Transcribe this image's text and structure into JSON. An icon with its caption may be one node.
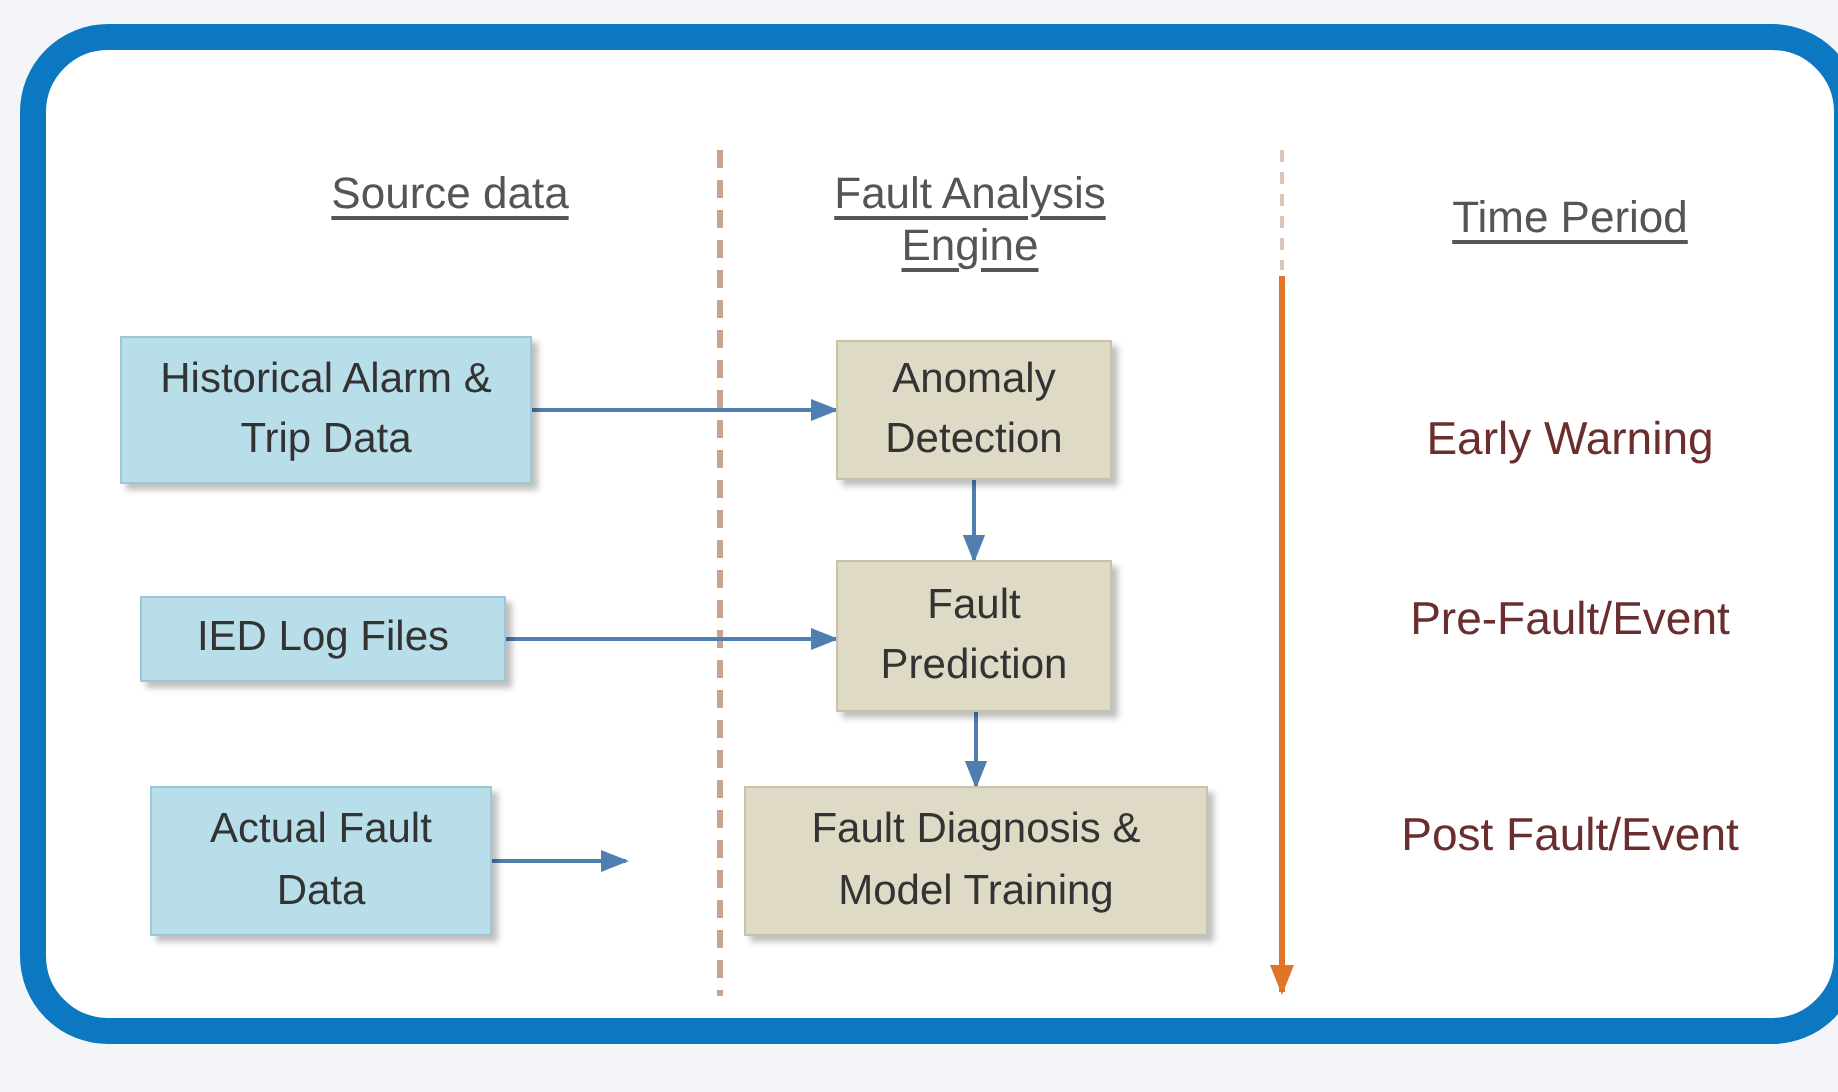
{
  "diagram": {
    "nodes": [
      {
        "text": [
          "Historical Alarm & Trip Data"
        ]
      },
      {
        "text": [
          "IED Log Files"
        ]
      },
      {
        "text": [
          "Actual Fault Data"
        ]
      },
      {
        "text": [
          "Anomaly Detection"
        ]
      },
      {
        "text": [
          "Fault Prediction"
        ]
      },
      {
        "text": [
          "Fault Diagnosis & Model Training"
        ]
      }
    ],
    "edges": [
      {
        "from": 0,
        "to": 3,
        "arrow": "to"
      },
      {
        "from": 1,
        "to": 4,
        "arrow": "to"
      },
      {
        "from": 2,
        "to": null,
        "arrow": "to"
      },
      {
        "from": 3,
        "to": 4,
        "arrow": "to"
      },
      {
        "from": 4,
        "to": 5,
        "arrow": "to"
      }
    ],
    "labels": [
      "Source data",
      "Fault Analysis Engine",
      "Time Period",
      "Early Warning",
      "Pre-Fault/Event",
      "Post Fault/Event"
    ]
  }
}
